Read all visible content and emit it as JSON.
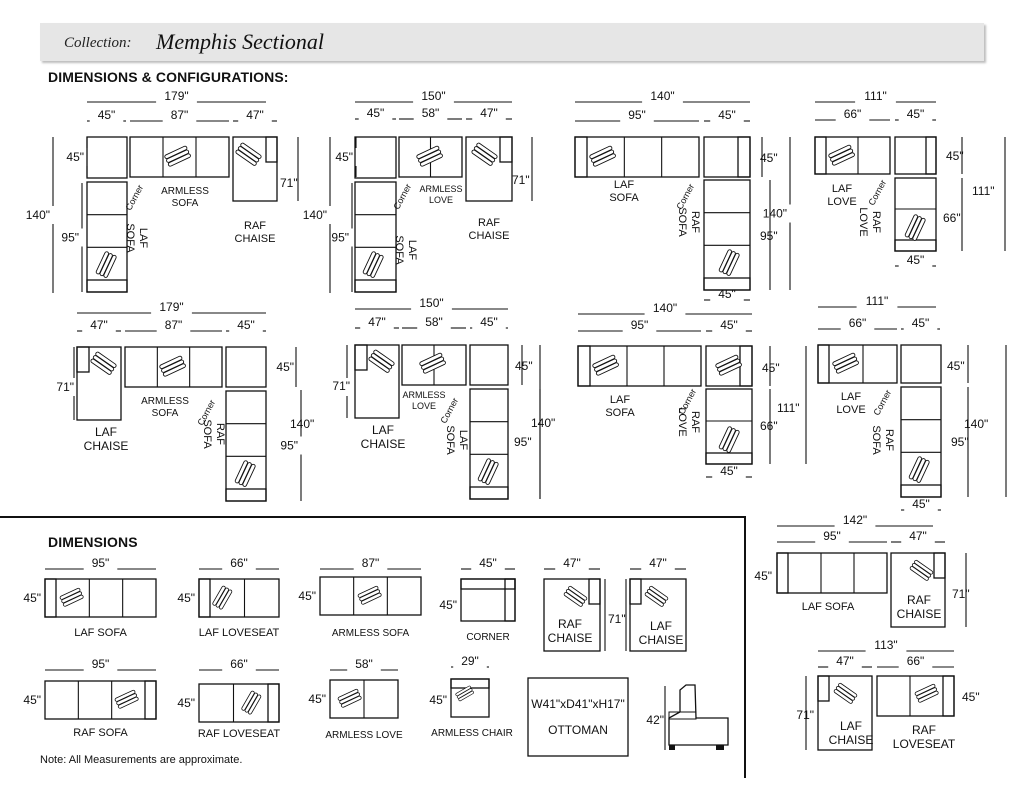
{
  "header": {
    "collection_label": "Collection:",
    "collection_name": "Memphis Sectional"
  },
  "sections": {
    "configurations_title": "DIMENSIONS & CONFIGURATIONS:",
    "dimensions_title": "DIMENSIONS"
  },
  "note": "Note: All Measurements are approximate.",
  "colors": {
    "line": "#111111",
    "header_bg": "#e6e6e6"
  },
  "configurations": [
    {
      "overall_width": "179\"",
      "segments": [
        "45\"",
        "87\"",
        "47\""
      ],
      "side_depth": "45\"",
      "left_depth": "95\"",
      "overall_depth": "140\"",
      "chaise_depth": "71\"",
      "pieces": [
        "LAF SOFA",
        "Corner",
        "ARMLESS SOFA",
        "RAF CHAISE"
      ]
    },
    {
      "overall_width": "150\"",
      "segments": [
        "45\"",
        "58\"",
        "47\""
      ],
      "side_depth": "45\"",
      "left_depth": "95\"",
      "overall_depth": "140\"",
      "chaise_depth": "71\"",
      "pieces": [
        "LAF SOFA",
        "Corner",
        "ARMLESS LOVE",
        "RAF CHAISE"
      ]
    },
    {
      "overall_width": "140\"",
      "segments": [
        "95\"",
        "45\""
      ],
      "side_depth": "45\"",
      "right_depth": "95\"",
      "overall_depth": "140\"",
      "bottom_width": "45\"",
      "pieces": [
        "LAF SOFA",
        "Corner",
        "RAF SOFA"
      ]
    },
    {
      "overall_width": "111\"",
      "segments": [
        "66\"",
        "45\""
      ],
      "side_depth": "45\"",
      "right_depth": "66\"",
      "overall_depth": "111\"",
      "bottom_width": "45\"",
      "pieces": [
        "LAF LOVE",
        "Corner",
        "RAF LOVE"
      ]
    },
    {
      "overall_width": "179\"",
      "segments": [
        "47\"",
        "87\"",
        "45\""
      ],
      "chaise_depth": "71\"",
      "side_depth": "45\"",
      "right_depth": "95\"",
      "overall_depth": "140\"",
      "pieces": [
        "LAF CHAISE",
        "ARMLESS SOFA",
        "Corner",
        "RAF SOFA"
      ]
    },
    {
      "overall_width": "150\"",
      "segments": [
        "47\"",
        "58\"",
        "45\""
      ],
      "chaise_depth": "71\"",
      "side_depth": "45\"",
      "right_depth": "95\"",
      "overall_depth": "140\"",
      "pieces": [
        "LAF CHAISE",
        "ARMLESS LOVE",
        "Corner",
        "LAF SOFA"
      ]
    },
    {
      "overall_width": "140\"",
      "segments": [
        "95\"",
        "45\""
      ],
      "side_depth": "45\"",
      "right_depth": "66\"",
      "overall_depth": "111\"",
      "bottom_width": "45\"",
      "pieces": [
        "LAF SOFA",
        "Corner",
        "RAF LOVE"
      ]
    },
    {
      "overall_width": "111\"",
      "segments": [
        "66\"",
        "45\""
      ],
      "side_depth": "45\"",
      "right_depth": "95\"",
      "overall_depth": "140\"",
      "bottom_width": "45\"",
      "pieces": [
        "LAF LOVE",
        "Corner",
        "RAF SOFA"
      ]
    }
  ],
  "pieces": [
    {
      "label": "LAF SOFA",
      "width": "95\"",
      "depth": "45\""
    },
    {
      "label": "LAF LOVESEAT",
      "width": "66\"",
      "depth": "45\""
    },
    {
      "label": "ARMLESS SOFA",
      "width": "87\"",
      "depth": "45\""
    },
    {
      "label": "CORNER",
      "width": "45\"",
      "depth": "45\""
    },
    {
      "label": "RAF CHAISE",
      "width": "47\"",
      "depth": "71\""
    },
    {
      "label": "LAF CHAISE",
      "width": "47\"",
      "depth": "71\""
    },
    {
      "label": "RAF SOFA",
      "width": "95\"",
      "depth": "45\""
    },
    {
      "label": "RAF LOVESEAT",
      "width": "66\"",
      "depth": "45\""
    },
    {
      "label": "ARMLESS LOVE",
      "width": "58\"",
      "depth": "45\""
    },
    {
      "label": "ARMLESS CHAIR",
      "width": "29\"",
      "depth": "45\""
    },
    {
      "label": "OTTOMAN",
      "size": "W41\"xD41\"xH17\""
    },
    {
      "label": "CHAIR PROFILE",
      "height": "42\""
    }
  ],
  "combos": [
    {
      "overall_width": "142\"",
      "segments": [
        "95\"",
        "47\""
      ],
      "depth": "45\"",
      "chaise_depth": "71\"",
      "pieces": [
        "LAF SOFA",
        "RAF CHAISE"
      ]
    },
    {
      "overall_width": "113\"",
      "segments": [
        "47\"",
        "66\""
      ],
      "depth": "45\"",
      "chaise_depth": "71\"",
      "pieces": [
        "LAF CHAISE",
        "RAF LOVESEAT"
      ]
    }
  ]
}
